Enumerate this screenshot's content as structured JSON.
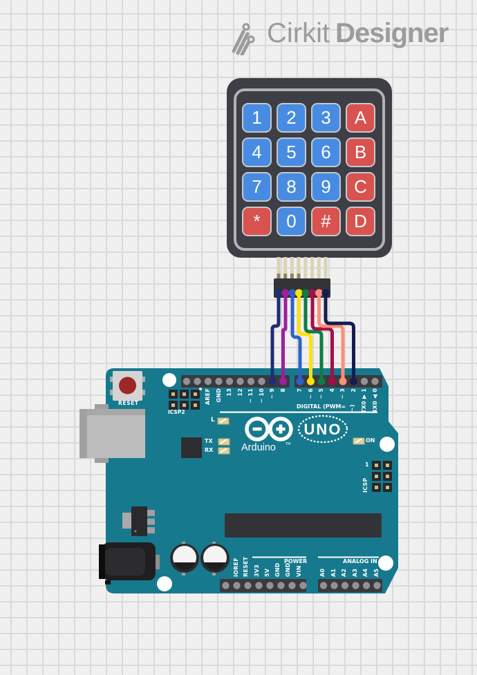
{
  "logo": {
    "brand_regular": "Cirkit",
    "brand_bold": "Designer",
    "color": "#9c9c9c"
  },
  "keypad": {
    "body_color": "#3e3e46",
    "frame_color": "#b2b2b5",
    "key_blue": "#478ce2",
    "key_red": "#d8534f",
    "keys": [
      {
        "label": "1",
        "color": "blue"
      },
      {
        "label": "2",
        "color": "blue"
      },
      {
        "label": "3",
        "color": "blue"
      },
      {
        "label": "A",
        "color": "red"
      },
      {
        "label": "4",
        "color": "blue"
      },
      {
        "label": "5",
        "color": "blue"
      },
      {
        "label": "6",
        "color": "blue"
      },
      {
        "label": "B",
        "color": "red"
      },
      {
        "label": "7",
        "color": "blue"
      },
      {
        "label": "8",
        "color": "blue"
      },
      {
        "label": "9",
        "color": "blue"
      },
      {
        "label": "C",
        "color": "red"
      },
      {
        "label": "*",
        "color": "red"
      },
      {
        "label": "0",
        "color": "blue"
      },
      {
        "label": "#",
        "color": "red"
      },
      {
        "label": "D",
        "color": "red"
      }
    ]
  },
  "connector": {
    "block_color": "#333338",
    "pin_color": "#dbd4b6",
    "pin_count": 8
  },
  "wires": [
    {
      "id": "wire-1",
      "color": "#1f2d72",
      "arduino_pin": "~ 9"
    },
    {
      "id": "wire-2",
      "color": "#9e1f9e",
      "arduino_pin": "8"
    },
    {
      "id": "wire-3",
      "color": "#2e61c8",
      "arduino_pin": "7"
    },
    {
      "id": "wire-4",
      "color": "#ffe20a",
      "arduino_pin": "~ 6"
    },
    {
      "id": "wire-5",
      "color": "#107a45",
      "arduino_pin": "~ 5"
    },
    {
      "id": "wire-6",
      "color": "#a30f47",
      "arduino_pin": "4"
    },
    {
      "id": "wire-7",
      "color": "#ff8f78",
      "arduino_pin": "~ 3"
    },
    {
      "id": "wire-8",
      "color": "#131d52",
      "arduino_pin": "2"
    }
  ],
  "arduino": {
    "board_color": "#17798e",
    "silkscreen_color": "#ffffff",
    "labels": {
      "reset": "RESET",
      "icsp2": "ICSP2",
      "icsp": "ICSP",
      "icsp_pin1": "1",
      "digital_caption": "DIGITAL (PWM=",
      "digital_caption_tail": "~)",
      "led_l": "L",
      "led_tx": "TX",
      "led_rx": "RX",
      "led_on": "ON",
      "brand": "Arduino",
      "tm": "TM",
      "model": "UNO",
      "power_caption": "POWER",
      "analog_caption": "ANALOG IN"
    },
    "digital_pins": [
      "AREF",
      "GND",
      "13",
      "12",
      "~ 11",
      "~ 10",
      "~ 9",
      "8",
      "7",
      "~ 6",
      "~ 5",
      "4",
      "~ 3",
      "2",
      "TX0 ▶ 1",
      "RX0 ◀ 0"
    ],
    "power_pins": [
      "IOREF",
      "RESET",
      "3V3",
      "5V",
      "GND",
      "GND",
      "VIN"
    ],
    "analog_pins": [
      "A0",
      "A1",
      "A2",
      "A3",
      "A4",
      "A5"
    ]
  }
}
